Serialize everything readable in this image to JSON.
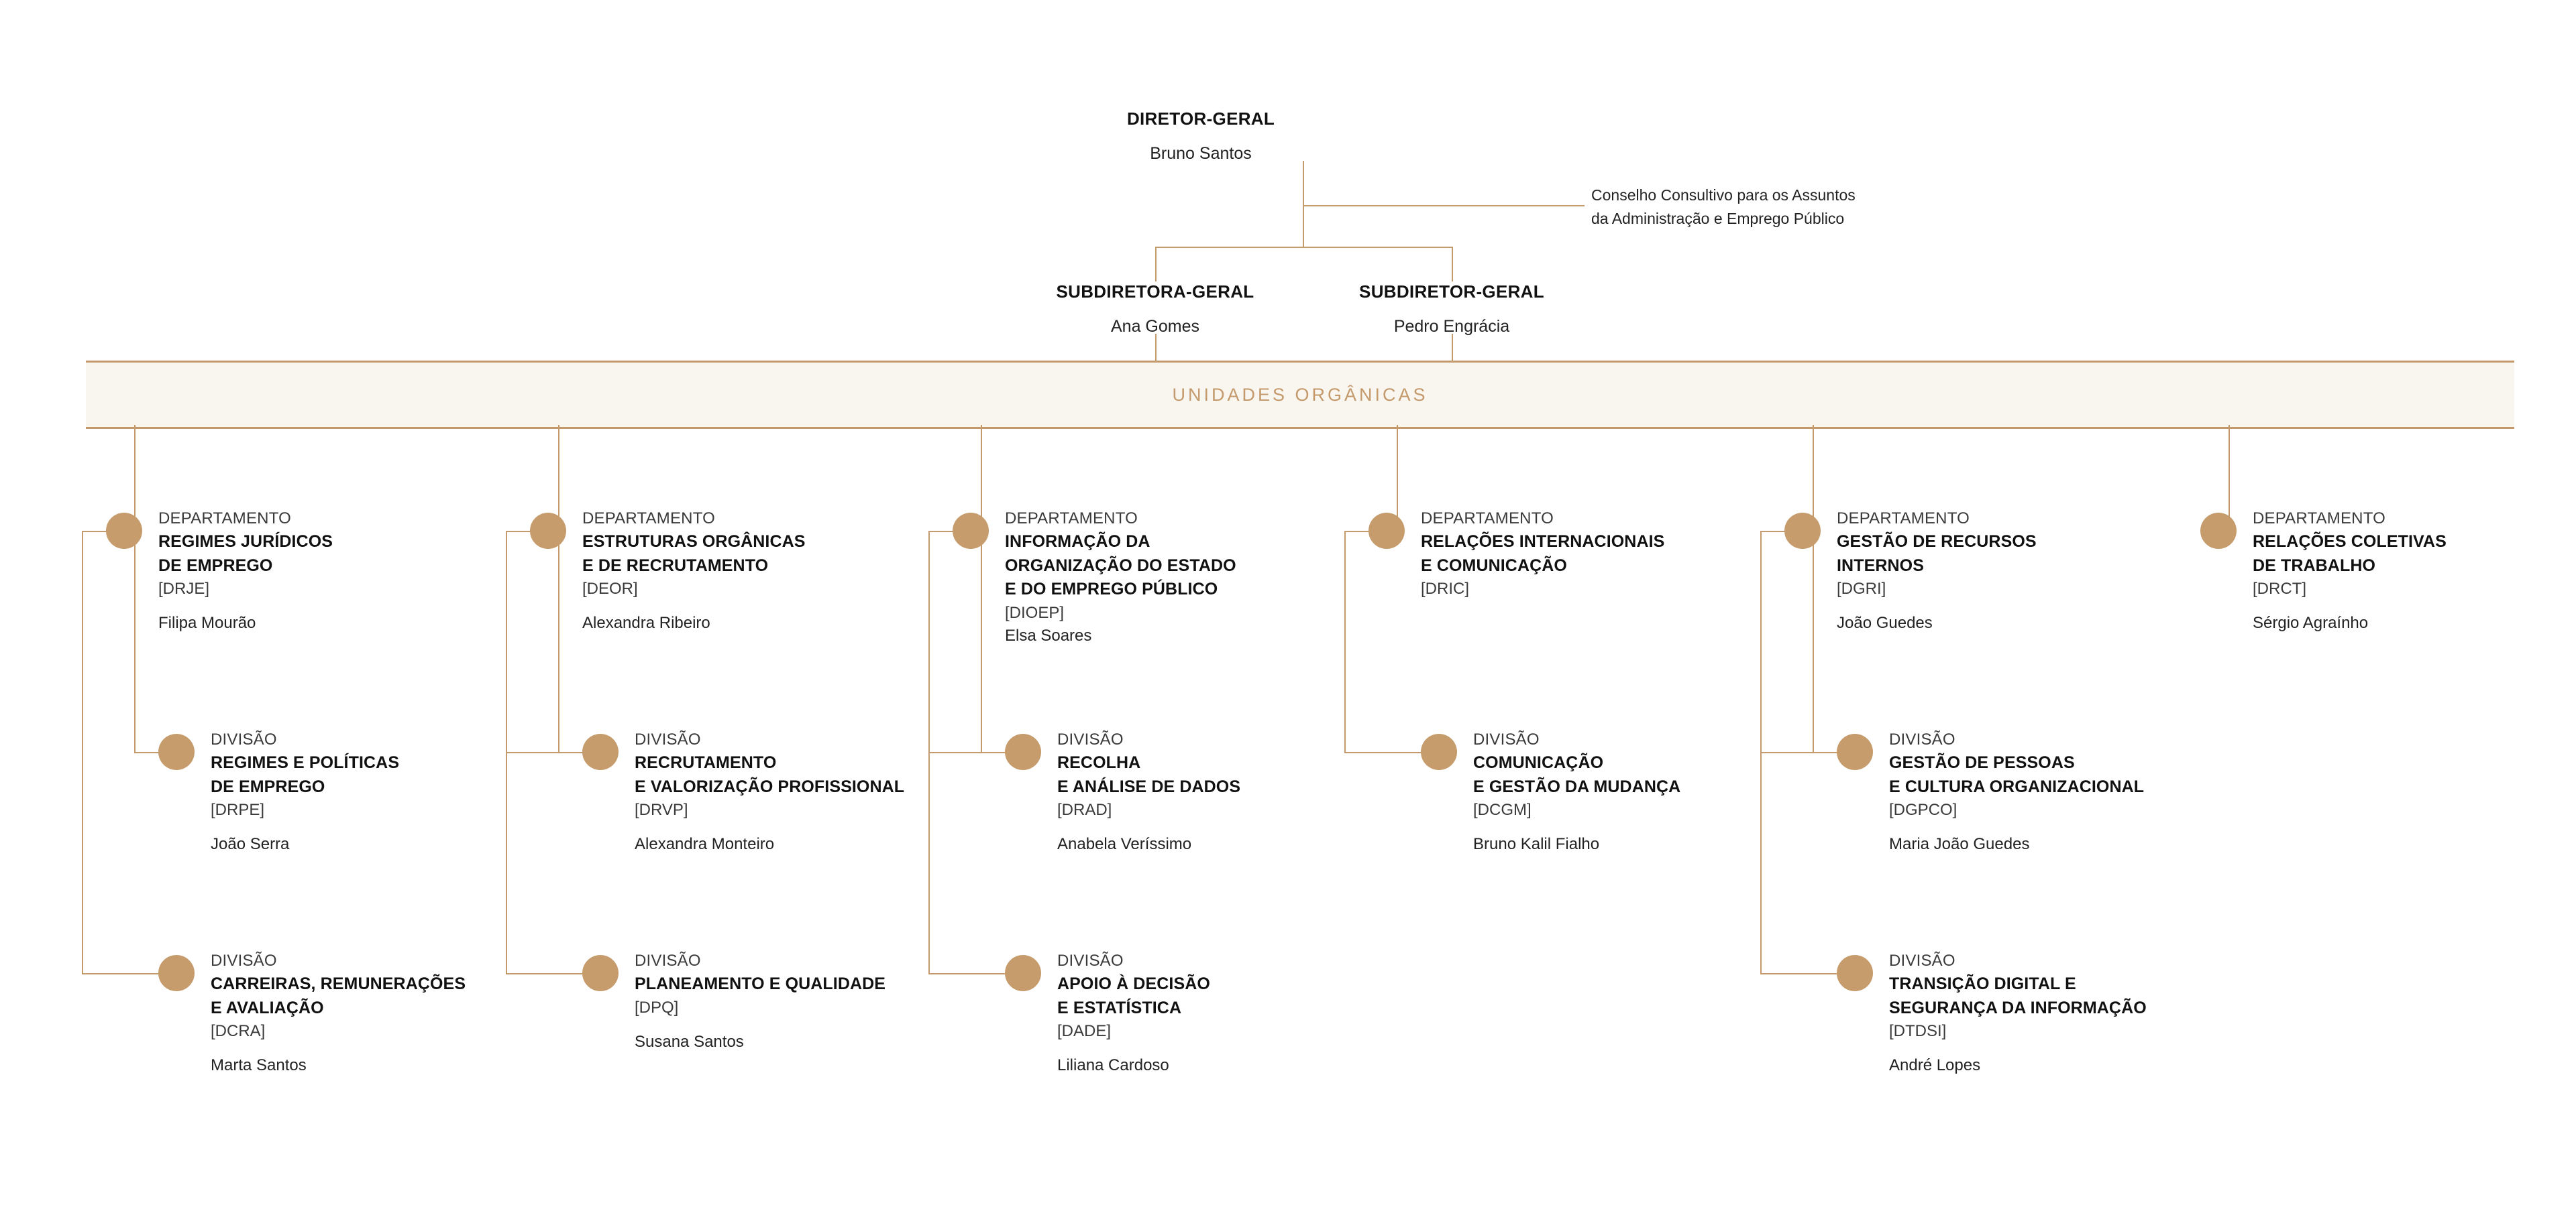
{
  "top": {
    "director": {
      "role": "DIRETOR-GERAL",
      "person": "Bruno Santos"
    },
    "council_note": "Conselho Consultivo para os Assuntos\nda Administração e Emprego Público",
    "subdirectors": [
      {
        "role": "SUBDIRETORA-GERAL",
        "person": "Ana Gomes"
      },
      {
        "role": "SUBDIRETOR-GERAL",
        "person": "Pedro Engrácia"
      }
    ]
  },
  "banner": {
    "label": "UNIDADES ORGÂNICAS"
  },
  "labels": {
    "department": "DEPARTAMENTO",
    "division": "DIVISÃO"
  },
  "colors": {
    "accent": "#c49a6c",
    "bullet": "#c69c6d",
    "banner_bg": "#f9f5ef",
    "text": "#111111"
  },
  "columns": [
    {
      "department": {
        "kind": "DEPARTAMENTO",
        "title": "REGIMES JURÍDICOS\nDE EMPREGO",
        "acronym": "[DRJE]",
        "person": "Filipa Mourão"
      },
      "divisions": [
        {
          "kind": "DIVISÃO",
          "title": "REGIMES E POLÍTICAS\nDE EMPREGO",
          "acronym": "[DRPE]",
          "person": "João Serra"
        },
        {
          "kind": "DIVISÃO",
          "title": "CARREIRAS, REMUNERAÇÕES\nE AVALIAÇÃO",
          "acronym": "[DCRA]",
          "person": "Marta Santos"
        }
      ]
    },
    {
      "department": {
        "kind": "DEPARTAMENTO",
        "title": "ESTRUTURAS ORGÂNICAS\nE DE RECRUTAMENTO",
        "acronym": "[DEOR]",
        "person": "Alexandra Ribeiro"
      },
      "divisions": [
        {
          "kind": "DIVISÃO",
          "title": "RECRUTAMENTO\nE VALORIZAÇÃO PROFISSIONAL",
          "acronym": "[DRVP]",
          "person": "Alexandra Monteiro"
        },
        {
          "kind": "DIVISÃO",
          "title": "PLANEAMENTO E QUALIDADE",
          "acronym": "[DPQ]",
          "person": "Susana Santos"
        }
      ]
    },
    {
      "department": {
        "kind": "DEPARTAMENTO",
        "title": "INFORMAÇÃO DA\nORGANIZAÇÃO DO ESTADO\nE DO EMPREGO PÚBLICO",
        "acronym": "[DIOEP]",
        "person": "Elsa Soares"
      },
      "divisions": [
        {
          "kind": "DIVISÃO",
          "title": "RECOLHA\nE ANÁLISE DE DADOS",
          "acronym": "[DRAD]",
          "person": "Anabela Veríssimo"
        },
        {
          "kind": "DIVISÃO",
          "title": "APOIO À DECISÃO\nE ESTATÍSTICA",
          "acronym": "[DADE]",
          "person": "Liliana Cardoso"
        }
      ]
    },
    {
      "department": {
        "kind": "DEPARTAMENTO",
        "title": "RELAÇÕES INTERNACIONAIS\nE COMUNICAÇÃO",
        "acronym": "[DRIC]",
        "person": ""
      },
      "divisions": [
        {
          "kind": "DIVISÃO",
          "title": "COMUNICAÇÃO\nE GESTÃO DA MUDANÇA",
          "acronym": "[DCGM]",
          "person": "Bruno Kalil Fialho"
        }
      ]
    },
    {
      "department": {
        "kind": "DEPARTAMENTO",
        "title": "GESTÃO DE RECURSOS\nINTERNOS",
        "acronym": "[DGRI]",
        "person": "João Guedes"
      },
      "divisions": [
        {
          "kind": "DIVISÃO",
          "title": "GESTÃO DE PESSOAS\nE CULTURA ORGANIZACIONAL",
          "acronym": "[DGPCO]",
          "person": "Maria João Guedes"
        },
        {
          "kind": "DIVISÃO",
          "title": "TRANSIÇÃO DIGITAL E\nSEGURANÇA DA INFORMAÇÃO",
          "acronym": "[DTDSI]",
          "person": "André Lopes"
        }
      ]
    },
    {
      "department": {
        "kind": "DEPARTAMENTO",
        "title": "RELAÇÕES COLETIVAS\nDE TRABALHO",
        "acronym": "[DRCT]",
        "person": "Sérgio Agraínho"
      },
      "divisions": []
    }
  ]
}
